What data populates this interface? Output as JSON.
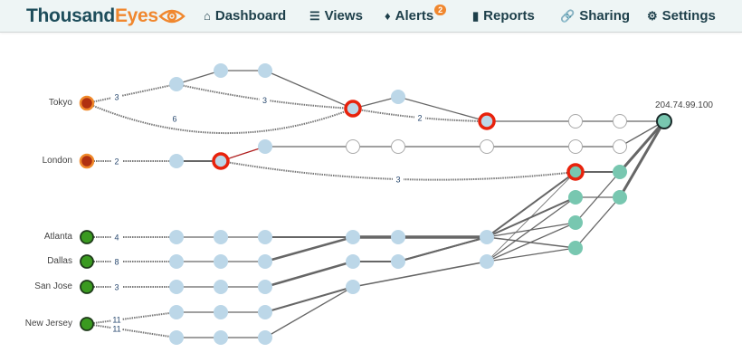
{
  "header": {
    "logo": {
      "part1": "Thousand",
      "part2": "Eyes"
    },
    "nav": [
      {
        "label": "Dashboard",
        "icon": "home-icon"
      },
      {
        "label": "Views",
        "icon": "layers-icon"
      },
      {
        "label": "Alerts",
        "icon": "bell-icon",
        "badge": "2"
      },
      {
        "label": "Reports",
        "icon": "bar-chart-icon"
      },
      {
        "label": "Sharing",
        "icon": "link-icon"
      },
      {
        "label": "Settings",
        "icon": "gear-icon"
      }
    ]
  },
  "path_view": {
    "sources": [
      "Tokyo",
      "London",
      "Atlanta",
      "Dallas",
      "San Jose",
      "New Jersey"
    ],
    "destination": "204.74.99.100",
    "colors": {
      "hop": "#bcd7e8",
      "agent_fail": "#b03010",
      "agent_ok": "#3a9a20",
      "problem_ring": "#e8220c",
      "target": "#78c7b0",
      "edge": "#666666",
      "red_edge": "#b02020"
    },
    "nodes": [
      {
        "id": "s0",
        "type": "agent-fail"
      },
      {
        "id": "s1",
        "type": "agent-fail"
      },
      {
        "id": "s2",
        "type": "agent-ok"
      },
      {
        "id": "s3",
        "type": "agent-ok"
      },
      {
        "id": "s4",
        "type": "agent-ok"
      },
      {
        "id": "s5",
        "type": "agent-ok"
      },
      {
        "id": "t1",
        "type": "hop"
      },
      {
        "id": "t2",
        "type": "hop"
      },
      {
        "id": "t3",
        "type": "hop"
      },
      {
        "id": "tR",
        "type": "problem"
      },
      {
        "id": "t4",
        "type": "hop"
      },
      {
        "id": "tR2",
        "type": "problem"
      },
      {
        "id": "w1",
        "type": "unknown"
      },
      {
        "id": "w2",
        "type": "unknown"
      },
      {
        "id": "l1",
        "type": "hop"
      },
      {
        "id": "lR",
        "type": "problem"
      },
      {
        "id": "l2",
        "type": "hop"
      },
      {
        "id": "lw3",
        "type": "unknown"
      },
      {
        "id": "lw4",
        "type": "unknown"
      },
      {
        "id": "lw5",
        "type": "unknown"
      },
      {
        "id": "lw6",
        "type": "unknown"
      },
      {
        "id": "lw7",
        "type": "unknown"
      },
      {
        "id": "R",
        "type": "problem-target"
      },
      {
        "id": "U1",
        "type": "target-net"
      },
      {
        "id": "U2",
        "type": "target-net"
      },
      {
        "id": "T1",
        "type": "target-net"
      },
      {
        "id": "T2",
        "type": "target-net"
      },
      {
        "id": "T3",
        "type": "target-net"
      },
      {
        "id": "a1",
        "type": "hop"
      },
      {
        "id": "a2",
        "type": "hop"
      },
      {
        "id": "a3",
        "type": "hop"
      },
      {
        "id": "d1",
        "type": "hop"
      },
      {
        "id": "d2",
        "type": "hop"
      },
      {
        "id": "d3",
        "type": "hop"
      },
      {
        "id": "j1",
        "type": "hop"
      },
      {
        "id": "j2",
        "type": "hop"
      },
      {
        "id": "j3",
        "type": "hop"
      },
      {
        "id": "n1",
        "type": "hop"
      },
      {
        "id": "n2",
        "type": "hop"
      },
      {
        "id": "n3",
        "type": "hop"
      },
      {
        "id": "m1",
        "type": "hop"
      },
      {
        "id": "m2",
        "type": "hop"
      },
      {
        "id": "m3",
        "type": "hop"
      },
      {
        "id": "c1",
        "type": "hop"
      },
      {
        "id": "c2",
        "type": "hop"
      },
      {
        "id": "c3",
        "type": "hop"
      },
      {
        "id": "c4",
        "type": "hop"
      },
      {
        "id": "c5",
        "type": "hop"
      },
      {
        "id": "e1",
        "type": "hop"
      },
      {
        "id": "e2",
        "type": "hop"
      },
      {
        "id": "dest",
        "type": "destination"
      }
    ],
    "edges": [
      {
        "from": "s0",
        "to": "t1",
        "label": "3",
        "style": "hidden"
      },
      {
        "from": "s0",
        "to": "tR",
        "label": "6",
        "style": "hidden"
      },
      {
        "from": "t1",
        "to": "tR",
        "label": "3",
        "style": "hidden"
      },
      {
        "from": "t1",
        "to": "t2"
      },
      {
        "from": "t2",
        "to": "t3"
      },
      {
        "from": "t3",
        "to": "tR"
      },
      {
        "from": "tR",
        "to": "t4"
      },
      {
        "from": "t4",
        "to": "tR2"
      },
      {
        "from": "tR",
        "to": "tR2",
        "label": "2",
        "style": "hidden"
      },
      {
        "from": "tR2",
        "to": "w1"
      },
      {
        "from": "w1",
        "to": "w2"
      },
      {
        "from": "w2",
        "to": "dest"
      },
      {
        "from": "s1",
        "to": "l1",
        "label": "2",
        "style": "hidden"
      },
      {
        "from": "l1",
        "to": "lR",
        "w": 2
      },
      {
        "from": "lR",
        "to": "l2",
        "style": "red"
      },
      {
        "from": "l2",
        "to": "lw3"
      },
      {
        "from": "lw3",
        "to": "lw4"
      },
      {
        "from": "lw4",
        "to": "lw5"
      },
      {
        "from": "lw5",
        "to": "lw6"
      },
      {
        "from": "lw6",
        "to": "lw7"
      },
      {
        "from": "lw7",
        "to": "dest"
      },
      {
        "from": "lR",
        "to": "R",
        "label": "3",
        "style": "hidden"
      },
      {
        "from": "R",
        "to": "U1",
        "w": 2
      },
      {
        "from": "U1",
        "to": "dest",
        "w": 3
      },
      {
        "from": "U2",
        "to": "dest",
        "w": 3
      },
      {
        "from": "T1",
        "to": "U2"
      },
      {
        "from": "T2",
        "to": "U1"
      },
      {
        "from": "T3",
        "to": "U2"
      },
      {
        "from": "s2",
        "to": "a1",
        "label": "4",
        "style": "hidden"
      },
      {
        "from": "s3",
        "to": "d1",
        "label": "8",
        "style": "hidden"
      },
      {
        "from": "s4",
        "to": "j1",
        "label": "3",
        "style": "hidden"
      },
      {
        "from": "s5",
        "to": "n1",
        "label": "11",
        "style": "hidden"
      },
      {
        "from": "s5",
        "to": "m1",
        "label": "11",
        "style": "hidden"
      },
      {
        "from": "a1",
        "to": "a2"
      },
      {
        "from": "a2",
        "to": "a3"
      },
      {
        "from": "d1",
        "to": "d2"
      },
      {
        "from": "d2",
        "to": "d3"
      },
      {
        "from": "j1",
        "to": "j2"
      },
      {
        "from": "j2",
        "to": "j3"
      },
      {
        "from": "n1",
        "to": "n2"
      },
      {
        "from": "n2",
        "to": "n3"
      },
      {
        "from": "m1",
        "to": "m2"
      },
      {
        "from": "m2",
        "to": "m3"
      },
      {
        "from": "a3",
        "to": "c1",
        "w": 2
      },
      {
        "from": "d3",
        "to": "c1",
        "w": 2.5
      },
      {
        "from": "j3",
        "to": "c2",
        "w": 2.5
      },
      {
        "from": "n3",
        "to": "c3",
        "w": 2
      },
      {
        "from": "m3",
        "to": "c3"
      },
      {
        "from": "c1",
        "to": "c4",
        "w": 3.5
      },
      {
        "from": "c4",
        "to": "e1",
        "w": 3.5
      },
      {
        "from": "c2",
        "to": "c5",
        "w": 2
      },
      {
        "from": "c5",
        "to": "e1",
        "w": 2
      },
      {
        "from": "c3",
        "to": "c5_",
        "skip": true
      },
      {
        "from": "e1",
        "to": "R",
        "w": 2
      },
      {
        "from": "e1",
        "to": "T1",
        "w": 2
      },
      {
        "from": "e1",
        "to": "T2"
      },
      {
        "from": "e1",
        "to": "T3",
        "w": 1.5
      },
      {
        "from": "e2",
        "to": "R",
        "w": 0.8
      },
      {
        "from": "e2",
        "to": "T1"
      },
      {
        "from": "e2",
        "to": "T2"
      },
      {
        "from": "e2",
        "to": "T3"
      }
    ]
  }
}
